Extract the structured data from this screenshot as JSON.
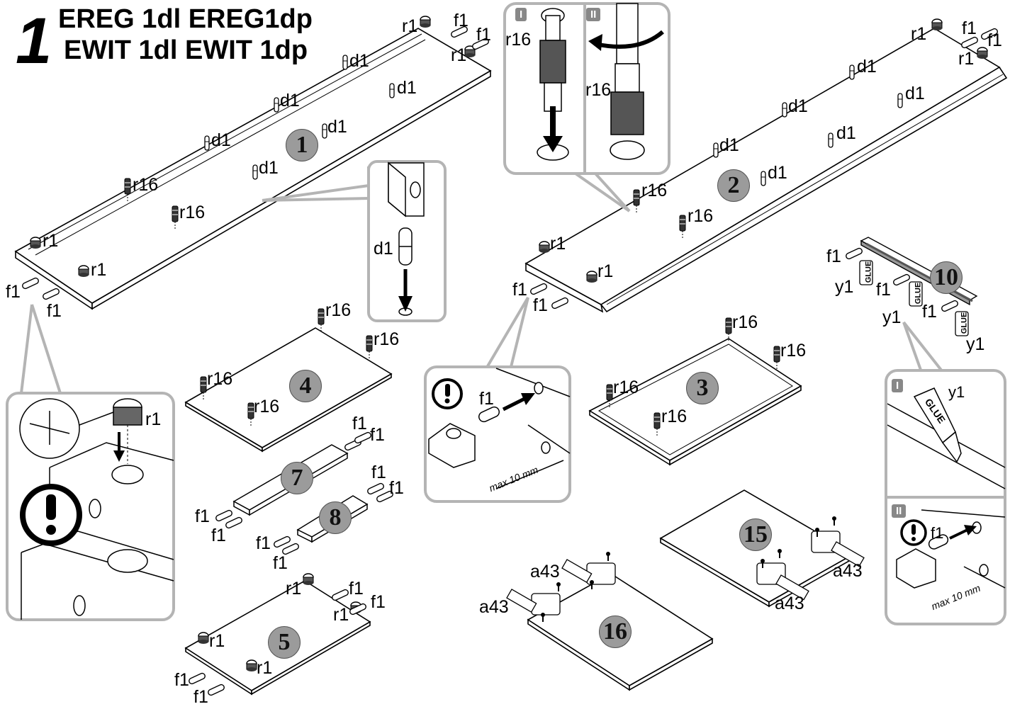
{
  "header": {
    "step_number": "1",
    "line1": "EREG 1dl  EREG1dp",
    "line2": "EWIT 1dl  EWIT 1dp"
  },
  "panels": [
    {
      "id": "panel-1",
      "number": "1"
    },
    {
      "id": "panel-2",
      "number": "2"
    },
    {
      "id": "panel-3",
      "number": "3"
    },
    {
      "id": "panel-4",
      "number": "4"
    },
    {
      "id": "panel-5",
      "number": "5"
    },
    {
      "id": "panel-7",
      "number": "7"
    },
    {
      "id": "panel-8",
      "number": "8"
    },
    {
      "id": "panel-10",
      "number": "10"
    },
    {
      "id": "panel-15",
      "number": "15"
    },
    {
      "id": "panel-16",
      "number": "16"
    }
  ],
  "part_codes": {
    "dowel": "d1",
    "cam_bolt": "r16",
    "cam_lock": "r1",
    "wood_dowel": "f1",
    "glue": "y1",
    "hinge": "a43"
  },
  "details": {
    "roman_1": "I",
    "roman_2": "II",
    "max_depth": "max 10 mm",
    "glue_text": "GLUE"
  },
  "colors": {
    "badge": "#9b9b9b",
    "callout_frame": "#b4b4b4",
    "line": "#000000"
  }
}
